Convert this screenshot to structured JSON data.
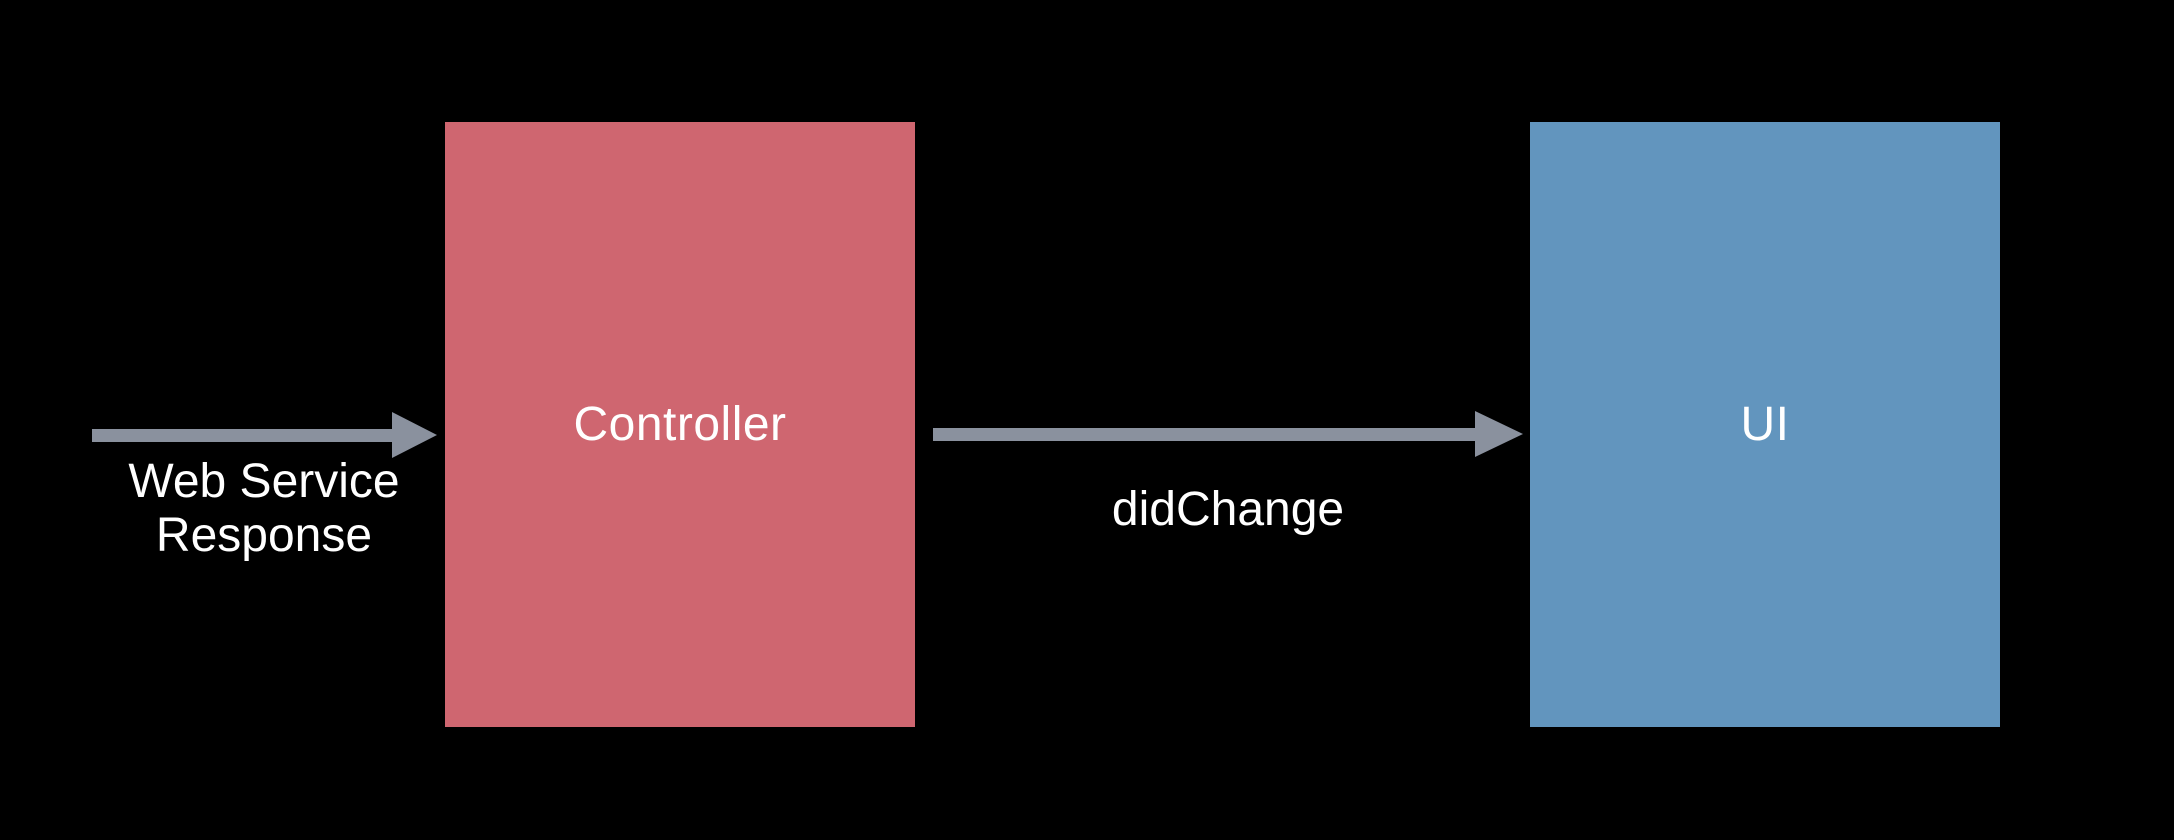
{
  "diagram": {
    "background_color": "#000000",
    "text_color": "#FFFFFF",
    "arrow_color": "#8A919E",
    "nodes": [
      {
        "id": "controller",
        "label": "Controller",
        "fill_color": "#CF6670"
      },
      {
        "id": "ui",
        "label": "UI",
        "fill_color": "#6295BE"
      }
    ],
    "arrows": [
      {
        "id": "web-service-response",
        "label": "Web Service\nResponse",
        "from": "offscreen-left",
        "to": "controller"
      },
      {
        "id": "did-change",
        "label": "didChange",
        "from": "controller",
        "to": "ui"
      }
    ]
  }
}
